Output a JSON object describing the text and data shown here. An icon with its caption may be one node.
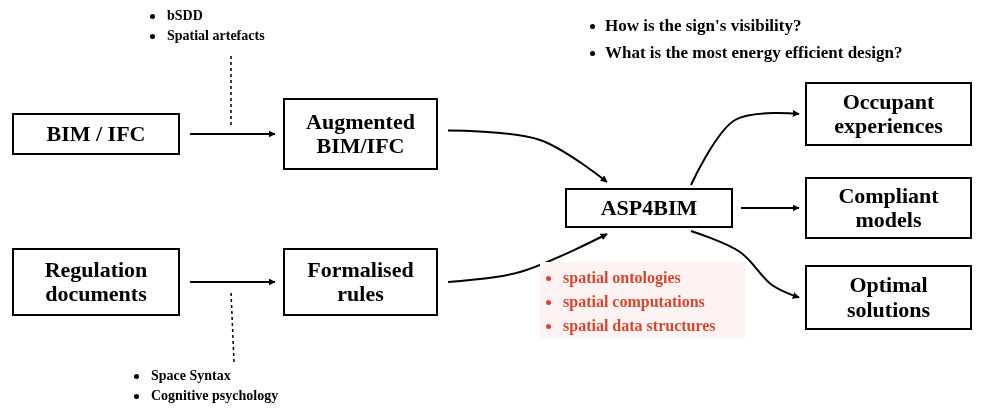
{
  "diagram": {
    "nodes": [
      {
        "text": [
          "BIM / IFC"
        ]
      },
      {
        "text": [
          "Augmented BIM/IFC"
        ]
      },
      {
        "text": [
          "Regulation documents"
        ]
      },
      {
        "text": [
          "Formalised rules"
        ]
      },
      {
        "text": [
          "ASP4BIM"
        ]
      },
      {
        "text": [
          "Occupant experiences"
        ]
      },
      {
        "text": [
          "Compliant models"
        ]
      },
      {
        "text": [
          "Optimal solutions"
        ]
      },
      {
        "text": [
          "bSDD",
          "Spatial artefacts"
        ]
      },
      {
        "text": [
          "Space Syntax",
          "Cognitive psychology"
        ]
      },
      {
        "text": [
          "spatial ontologies",
          "spatial computations",
          "spatial data structures"
        ]
      }
    ],
    "edges": [
      {
        "from": 0,
        "to": 1,
        "arrow": "to"
      },
      {
        "from": 2,
        "to": 3,
        "arrow": "to"
      },
      {
        "from": 1,
        "to": 4,
        "arrow": "to"
      },
      {
        "from": 3,
        "to": 4,
        "arrow": "to"
      },
      {
        "from": 4,
        "to": 5,
        "arrow": "to"
      },
      {
        "from": 4,
        "to": 6,
        "arrow": "to"
      },
      {
        "from": 4,
        "to": 7,
        "arrow": "to"
      },
      {
        "from": 8,
        "to": null,
        "arrow": "none",
        "style": "dashed"
      },
      {
        "from": 9,
        "to": null,
        "arrow": "none",
        "style": "dashed"
      }
    ],
    "labels": [
      "How is the sign's visibility?",
      "What is the most energy efficient design?"
    ]
  }
}
